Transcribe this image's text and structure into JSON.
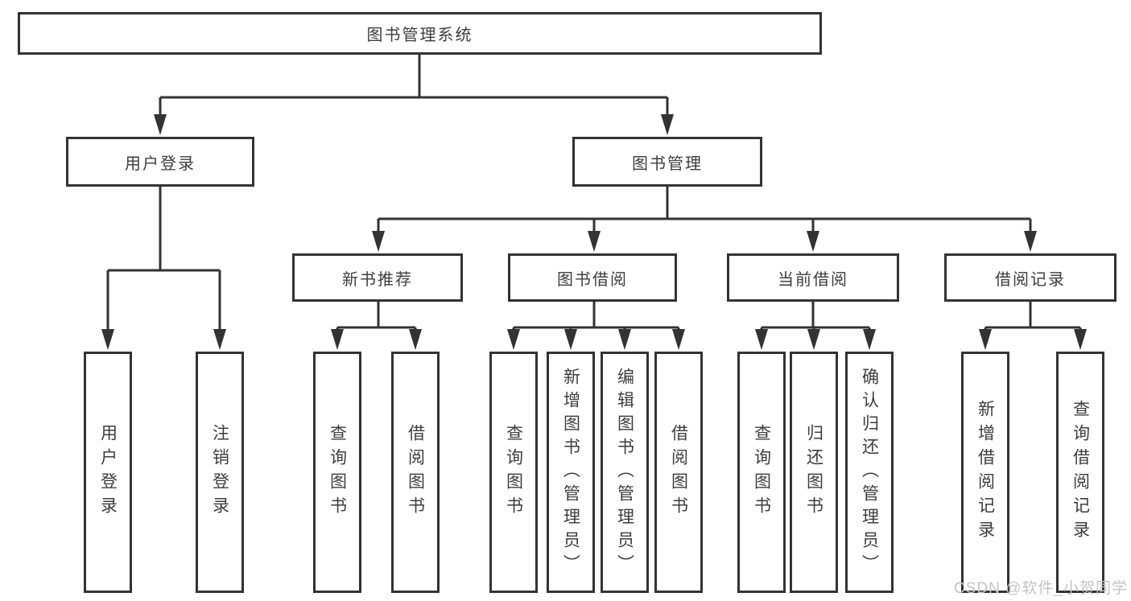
{
  "diagram": {
    "title": "图书管理系统",
    "level2": [
      {
        "label": "用户登录"
      },
      {
        "label": "图书管理"
      }
    ],
    "level3": [
      {
        "label": "新书推荐",
        "parent": "图书管理"
      },
      {
        "label": "图书借阅",
        "parent": "图书管理"
      },
      {
        "label": "当前借阅",
        "parent": "图书管理"
      },
      {
        "label": "借阅记录",
        "parent": "图书管理"
      }
    ],
    "leaves": [
      {
        "label": "用户登录",
        "parent": "用户登录"
      },
      {
        "label": "注销登录",
        "parent": "用户登录"
      },
      {
        "label": "查询图书",
        "parent": "新书推荐"
      },
      {
        "label": "借阅图书",
        "parent": "新书推荐"
      },
      {
        "label": "查询图书",
        "parent": "图书借阅"
      },
      {
        "label": "新增图书（管理员）",
        "parent": "图书借阅"
      },
      {
        "label": "编辑图书（管理员）",
        "parent": "图书借阅"
      },
      {
        "label": "借阅图书",
        "parent": "图书借阅"
      },
      {
        "label": "查询图书",
        "parent": "当前借阅"
      },
      {
        "label": "归还图书",
        "parent": "当前借阅"
      },
      {
        "label": "确认归还（管理员）",
        "parent": "当前借阅"
      },
      {
        "label": "新增借阅记录",
        "parent": "借阅记录"
      },
      {
        "label": "查询借阅记录",
        "parent": "借阅记录"
      }
    ]
  },
  "watermark": {
    "text": "CSDN @软件_小贺同学"
  },
  "colors": {
    "line": "#333333",
    "text": "#3d3d3d",
    "watermark": "#c4c4c4",
    "background": "#ffffff"
  }
}
